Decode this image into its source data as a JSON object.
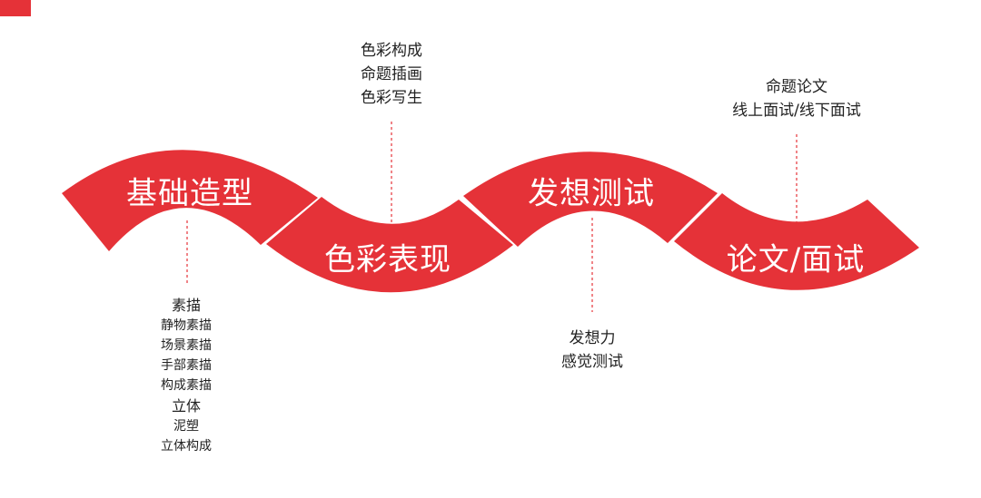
{
  "colors": {
    "accent": "#e53238",
    "text": "#222222",
    "background": "#ffffff"
  },
  "stages": [
    {
      "label": "基础造型"
    },
    {
      "label": "色彩表现"
    },
    {
      "label": "发想测试"
    },
    {
      "label": "论文/面试"
    }
  ],
  "notes": {
    "basic": {
      "items": [
        "素描",
        "静物素描",
        "场景素描",
        "手部素描",
        "构成素描",
        "立体",
        "泥塑",
        "立体构成"
      ]
    },
    "color": {
      "items": [
        "色彩构成",
        "命题插画",
        "色彩写生"
      ]
    },
    "ideation": {
      "items": [
        "发想力",
        "感觉测试"
      ]
    },
    "thesis": {
      "items": [
        "命题论文",
        "线上面试/线下面试"
      ]
    }
  }
}
